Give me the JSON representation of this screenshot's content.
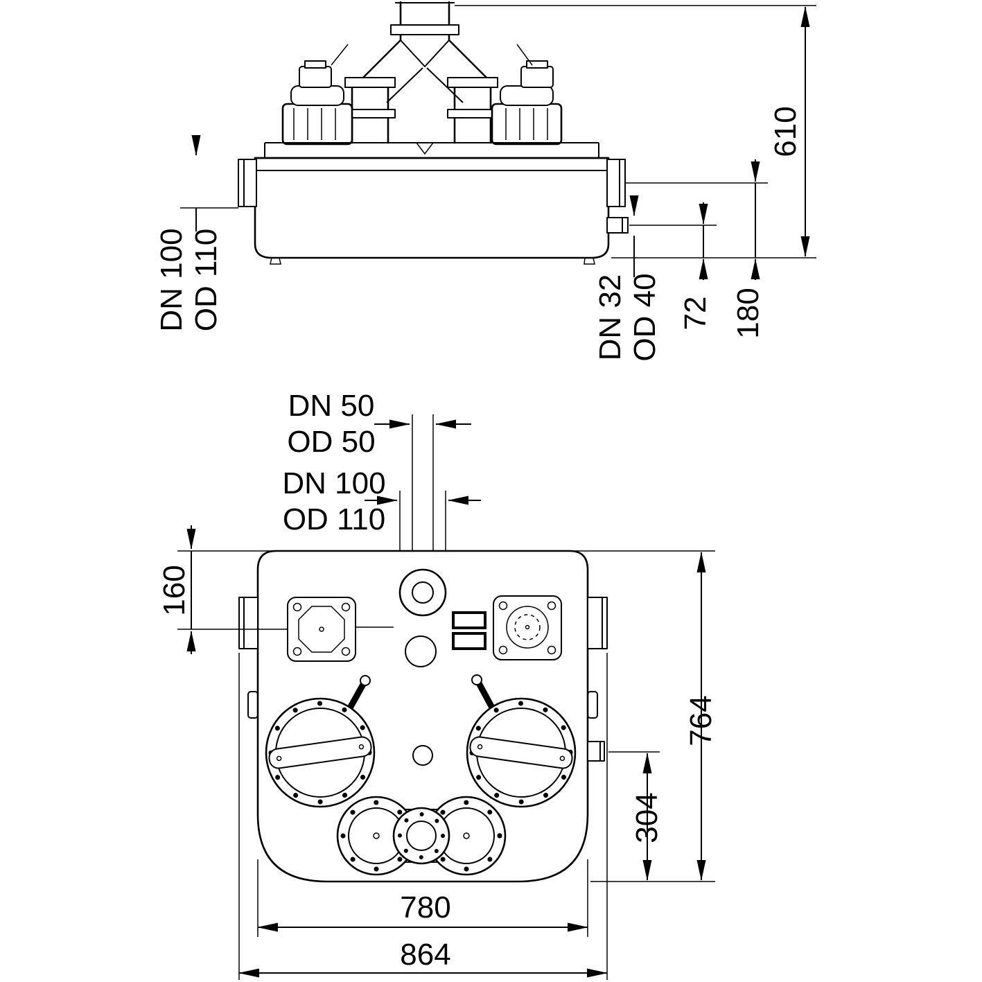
{
  "drawing": {
    "front_view": {
      "height": "610",
      "inlet": {
        "l1": "DN 100",
        "l2": "OD 110"
      },
      "outlet": {
        "l1": "DN 32",
        "l2": "OD 40"
      },
      "dim_72": "72",
      "dim_180": "180"
    },
    "plan_view": {
      "vent": {
        "l1": "DN 50",
        "l2": "OD 50"
      },
      "inlet": {
        "l1": "DN 100",
        "l2": "OD 110"
      },
      "dim_160": "160",
      "dim_764": "764",
      "dim_304": "304",
      "dim_780": "780",
      "dim_864": "864"
    },
    "colors": {
      "line": "#000000",
      "background": "#ffffff"
    }
  }
}
